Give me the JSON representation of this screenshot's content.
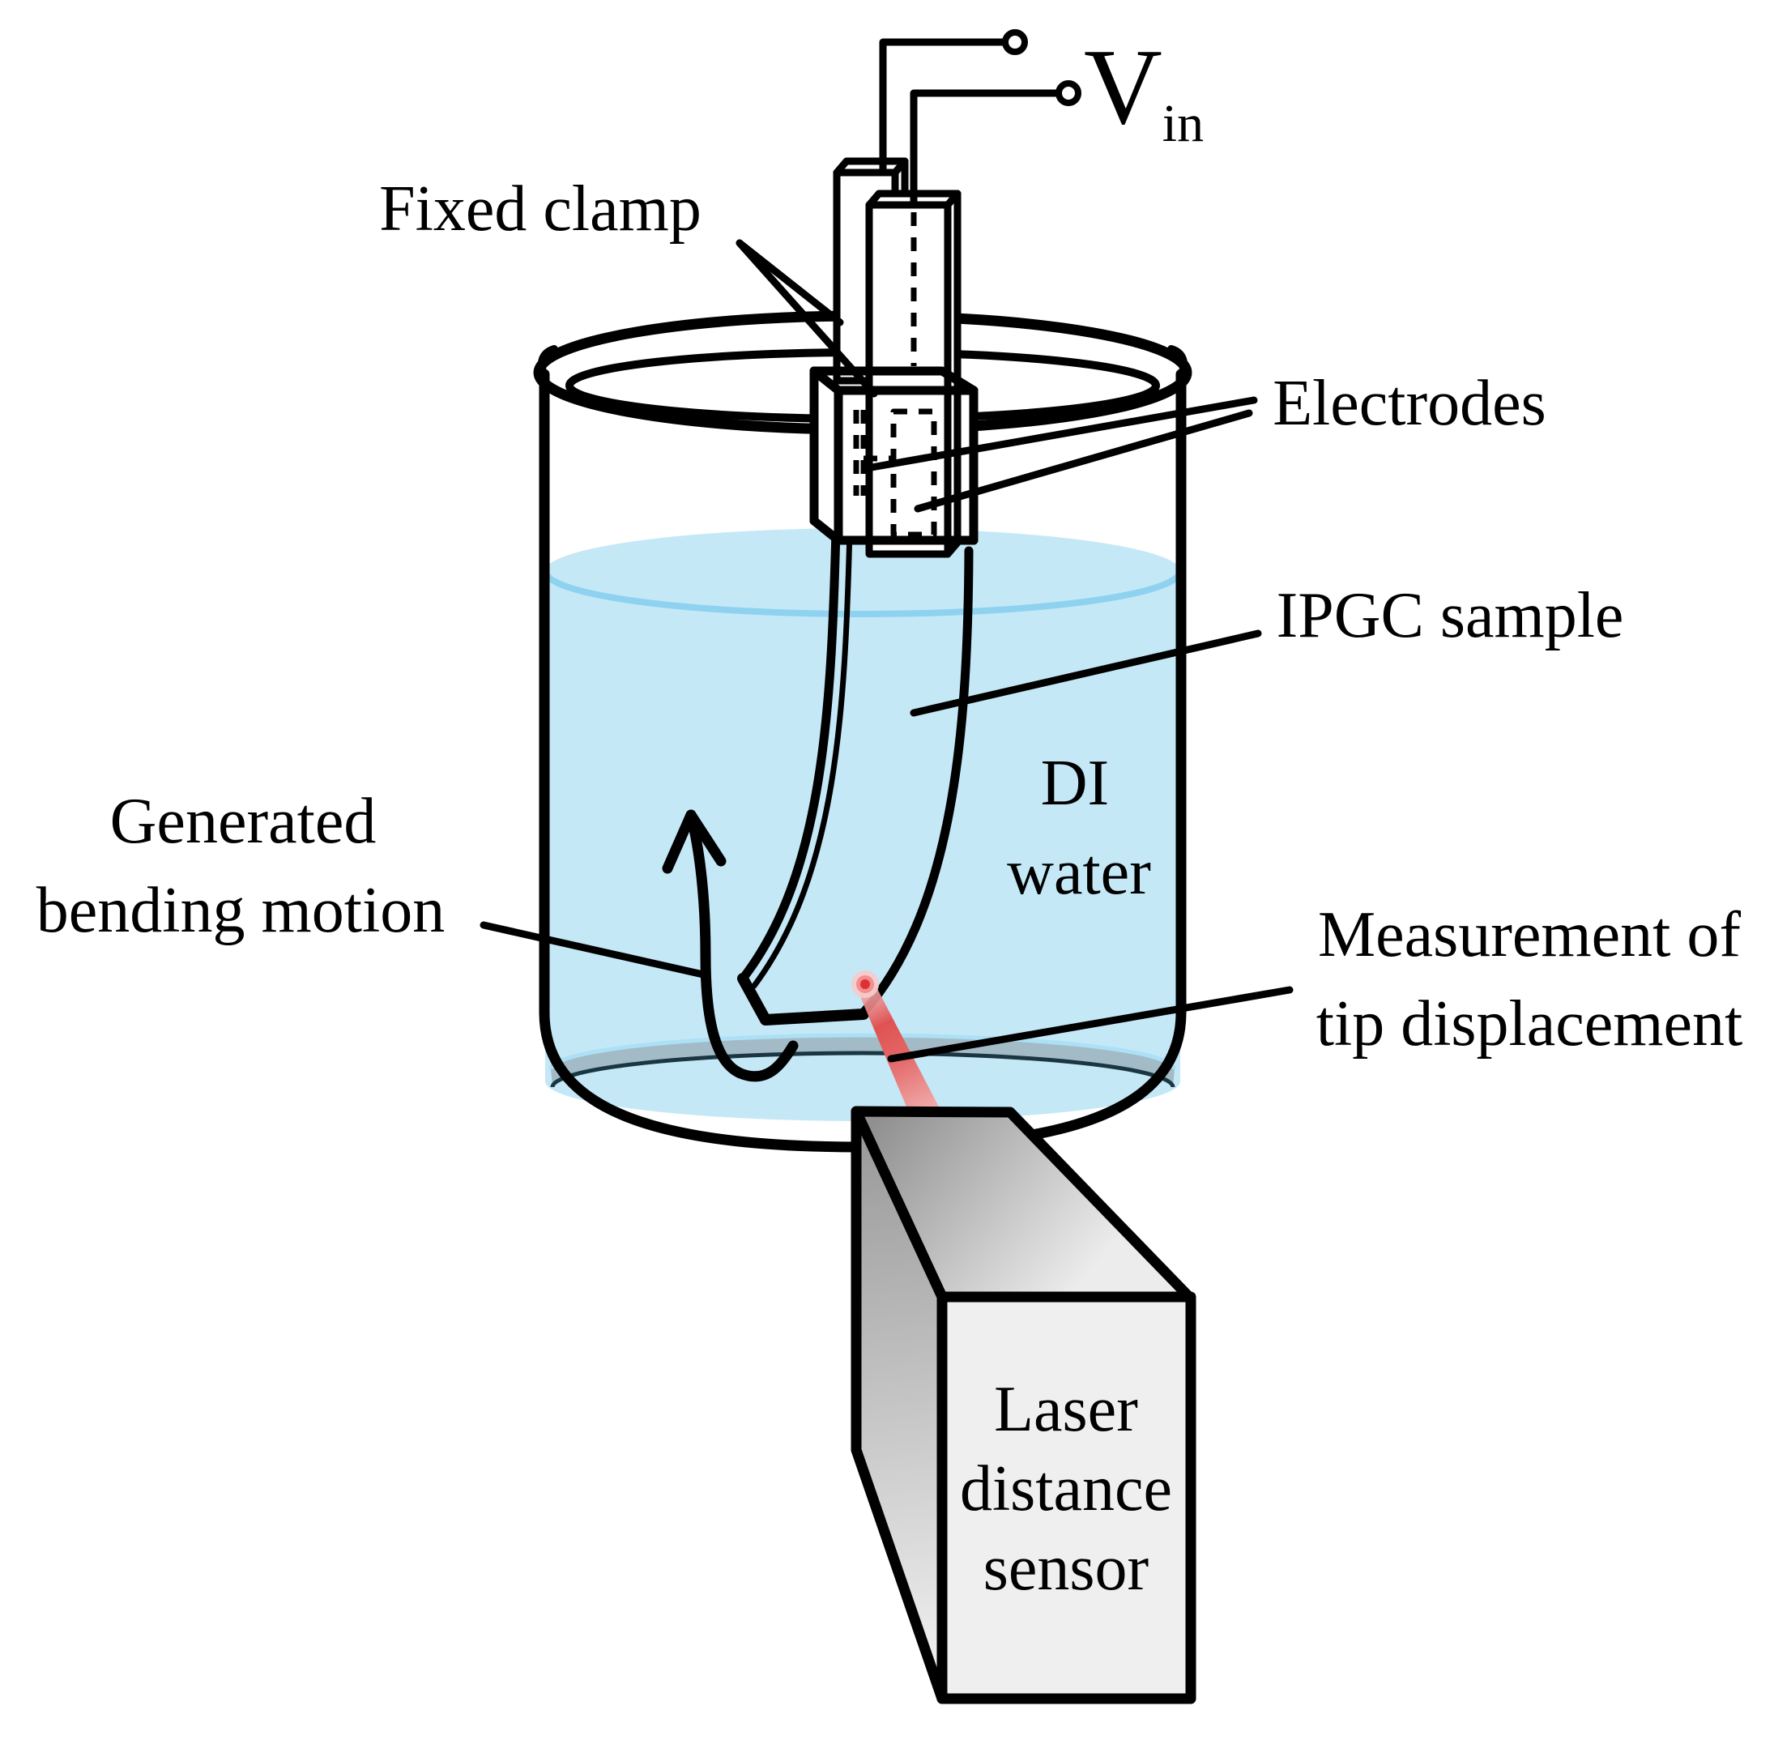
{
  "diagram": {
    "type": "experimental-setup-schematic",
    "labels": {
      "vin": {
        "symbol": "V",
        "subscript": "in"
      },
      "fixed_clamp": {
        "text": "Fixed clamp"
      },
      "electrodes": {
        "text": "Electrodes"
      },
      "ipgc_sample": {
        "text": "IPGC sample"
      },
      "di_water": {
        "line1": "DI",
        "line2": "water"
      },
      "bending": {
        "line1": "Generated",
        "line2": "bending motion"
      },
      "measurement": {
        "line1": "Measurement of",
        "line2": "tip displacement"
      },
      "sensor": {
        "line1": "Laser",
        "line2": "distance",
        "line3": "sensor"
      }
    },
    "colors": {
      "outline": "#000000",
      "water_fill": "#c5e8f7",
      "water_surface_arc": "#8ed2f0",
      "water_bottom_shade": "#a3bbc6",
      "water_bottom_line": "#1a3642",
      "water_band_highlight": "#ace0f5",
      "laser_red": "#e03030",
      "laser_pink": "#f2b9b9",
      "sensor_front": "#efefef",
      "sensor_top_dark": "#8f8f8f",
      "sensor_side_dark": "#888888",
      "background": "#ffffff"
    }
  }
}
